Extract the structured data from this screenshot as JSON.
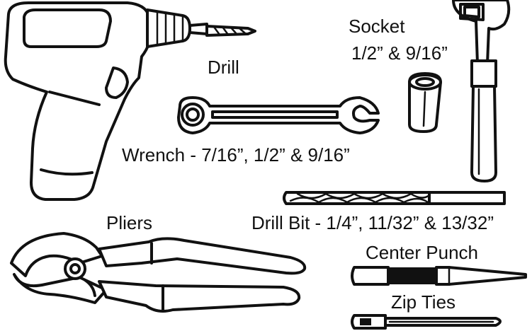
{
  "labels": {
    "drill": "Drill",
    "socket_line1": "Socket",
    "socket_line2": "1/2” & 9/16”",
    "wrench": "Wrench - 7/16”, 1/2” & 9/16”",
    "pliers": "Pliers",
    "drill_bit": "Drill Bit - 1/4”, 11/32” & 13/32”",
    "center_punch": "Center Punch",
    "zip_ties": "Zip Ties"
  },
  "colors": {
    "ink": "#111111",
    "background": "#ffffff"
  }
}
